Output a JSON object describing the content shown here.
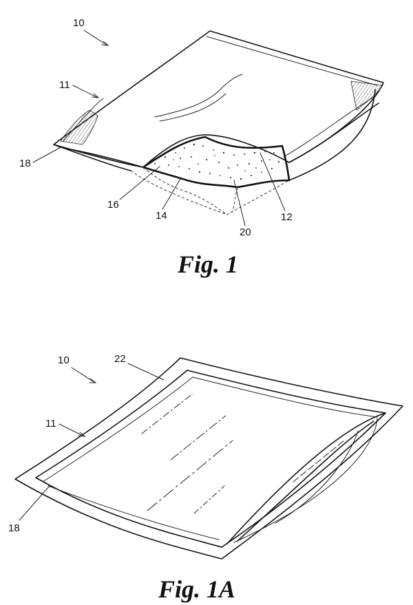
{
  "figures": [
    {
      "caption": "Fig. 1",
      "labels": {
        "r10": "10",
        "r11": "11",
        "r18": "18",
        "r16": "16",
        "r14": "14",
        "r20": "20",
        "r12": "12"
      }
    },
    {
      "caption": "Fig. 1A",
      "labels": {
        "r10": "10",
        "r22": "22",
        "r11": "11",
        "r18": "18"
      }
    }
  ],
  "colors": {
    "ink": "#111111",
    "paper": "#ffffff"
  }
}
